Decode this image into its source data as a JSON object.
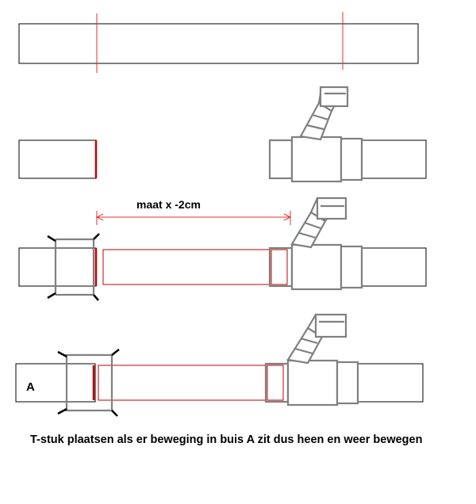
{
  "labels": {
    "measure": "maat x -2cm",
    "pipe_a": "A"
  },
  "caption": "T-stuk plaatsen als er beweging in buis A zit dus heen en weer bewegen",
  "colors": {
    "outline": "#000000",
    "cut_line": "#e03030",
    "new_pipe": "#c00000",
    "fitting": "#808080",
    "background": "#ffffff"
  }
}
